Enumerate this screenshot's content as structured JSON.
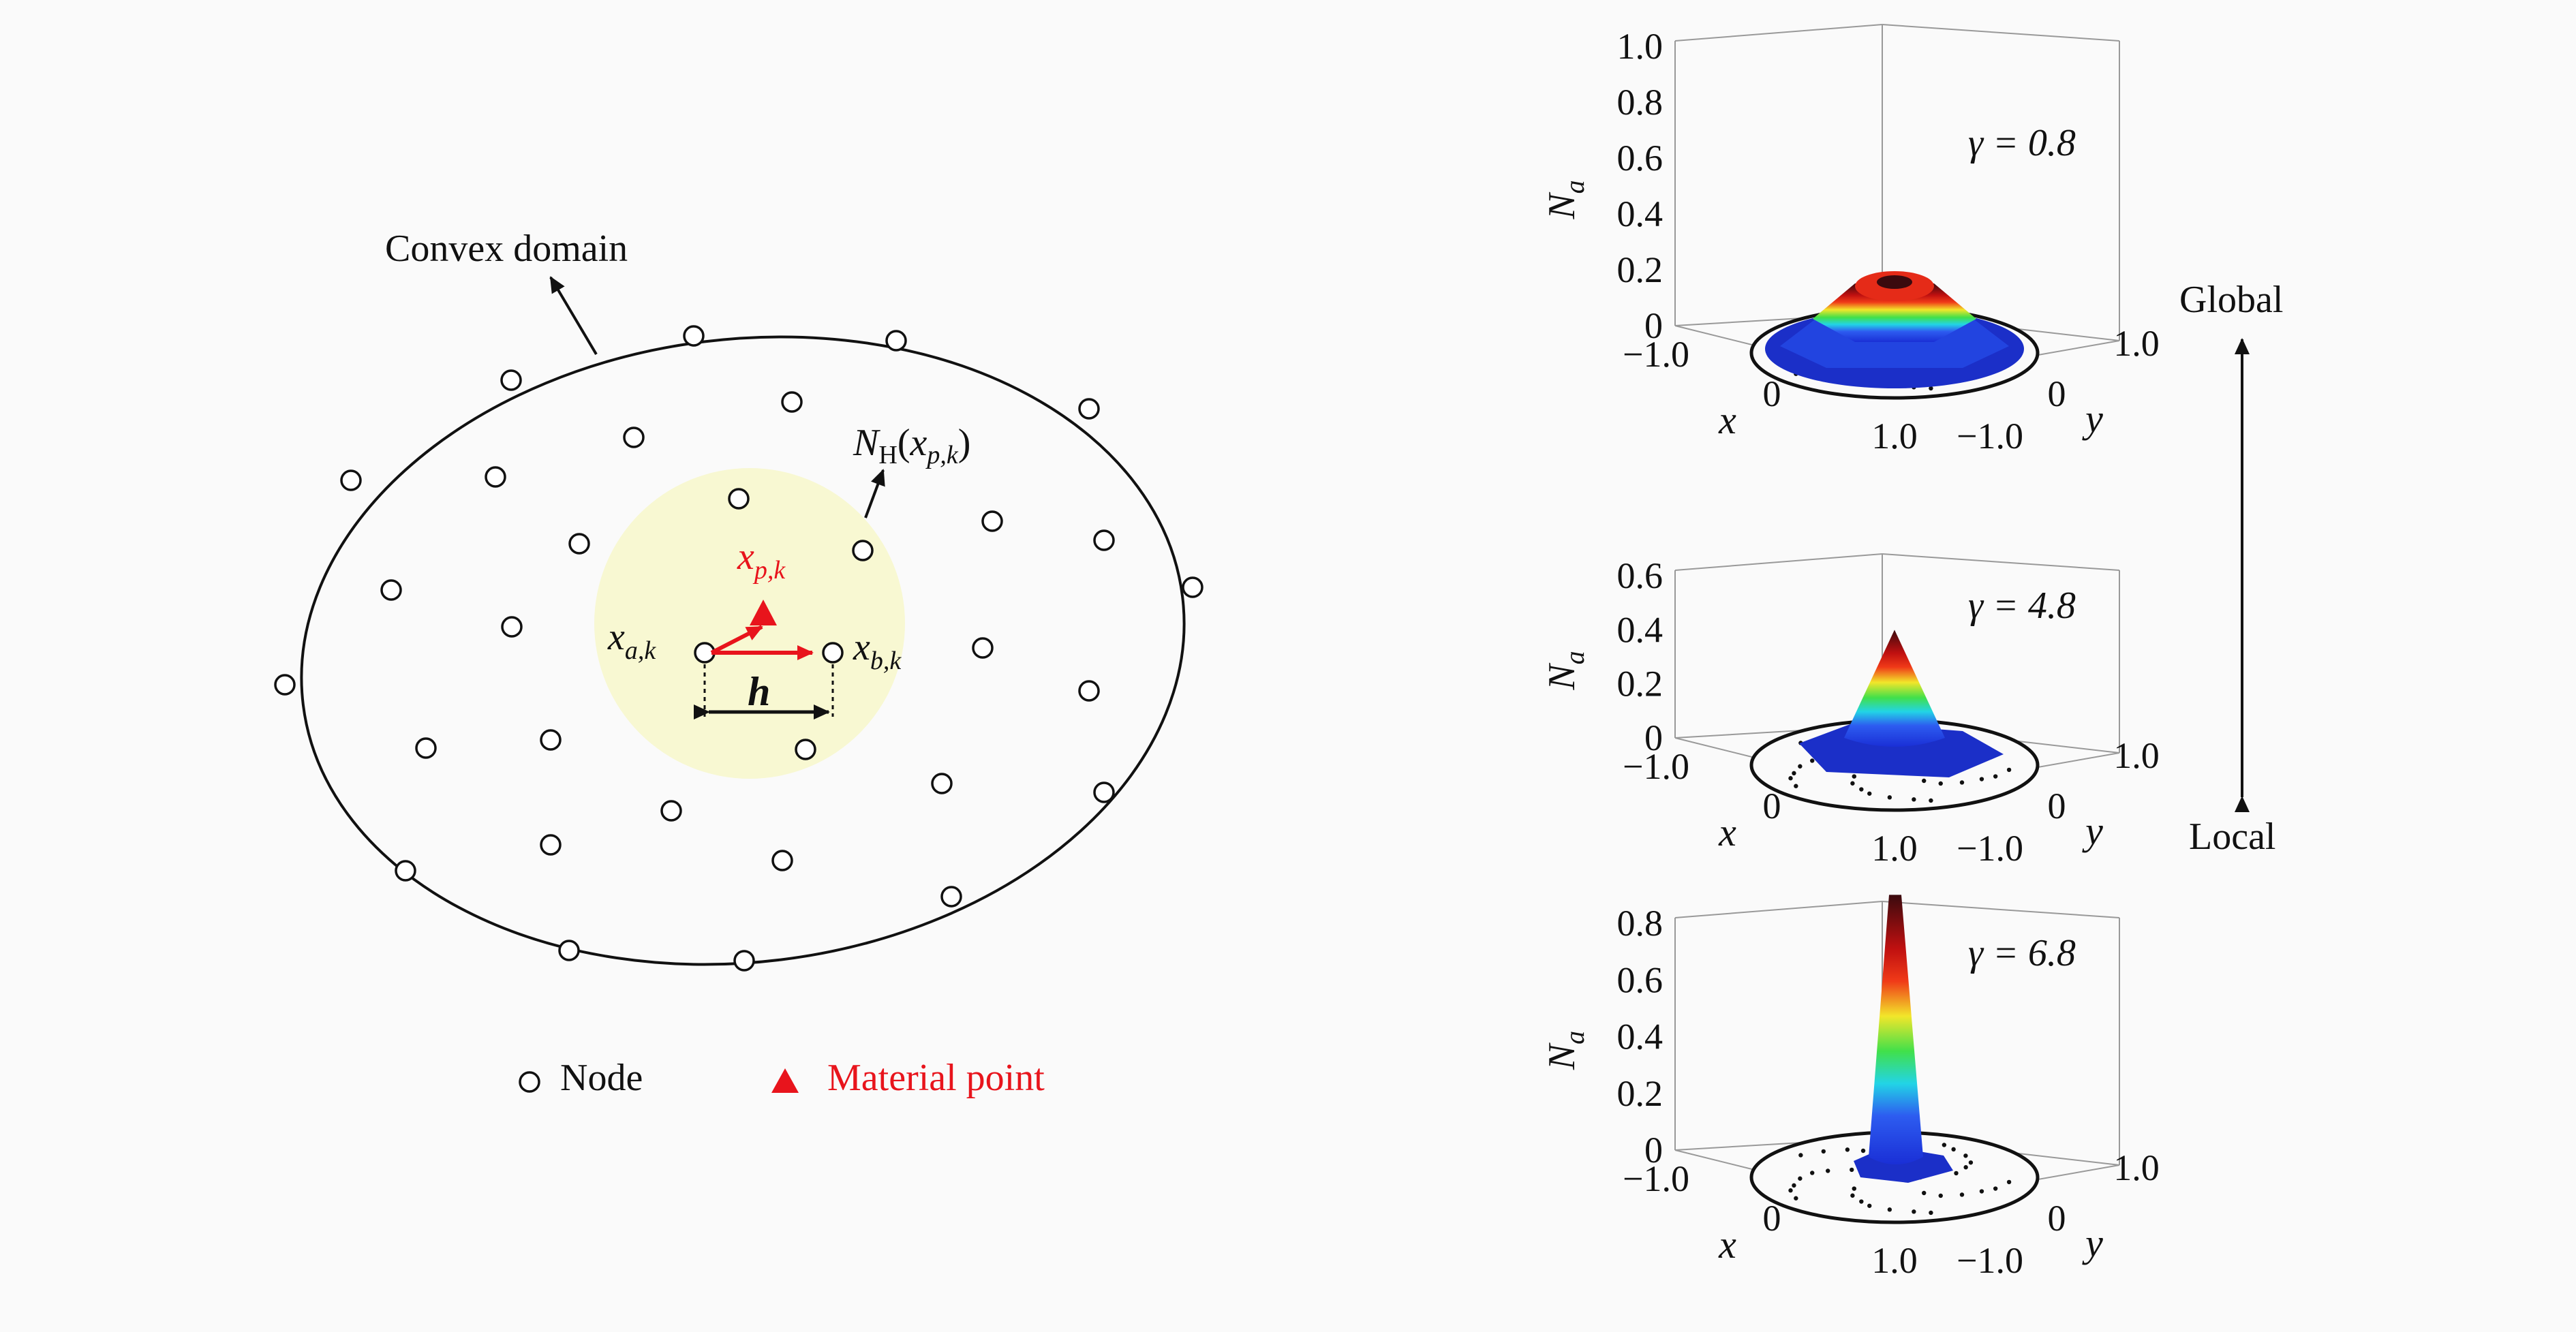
{
  "left_diagram": {
    "domain_label": "Convex domain",
    "neighborhood_label": {
      "base": "N",
      "sub": "H",
      "arg_open": "(",
      "arg_base": "x",
      "arg_sub": "p,k",
      "arg_close": ")"
    },
    "material_point_label": {
      "base": "x",
      "sub": "p,k"
    },
    "node_a_label": {
      "base": "x",
      "sub": "a,k"
    },
    "node_b_label": {
      "base": "x",
      "sub": "b,k"
    },
    "spacing_label": "h",
    "colors": {
      "material": "#e8141c",
      "neighborhood_fill": "#f8f8d2",
      "stroke": "#111111"
    }
  },
  "legend": {
    "node_label": "Node",
    "material_label": "Material point"
  },
  "scale_arrow": {
    "top_label": "Global",
    "bottom_label": "Local"
  },
  "plots": [
    {
      "gamma_label": "γ = 0.8",
      "ylabel": "N",
      "ylabel_sub": "a",
      "z_ticks": [
        "1.0",
        "0.8",
        "0.6",
        "0.4",
        "0.2",
        "0"
      ],
      "x_ticks": [
        "−1.0",
        "0",
        "1.0"
      ],
      "y_ticks": [
        "1.0",
        "0",
        "−1.0"
      ],
      "xlabel": "x",
      "ylabel_axis": "y",
      "peak": 0.2
    },
    {
      "gamma_label": "γ = 4.8",
      "ylabel": "N",
      "ylabel_sub": "a",
      "z_ticks": [
        "0.6",
        "0.4",
        "0.2",
        "0"
      ],
      "x_ticks": [
        "−1.0",
        "0",
        "1.0"
      ],
      "y_ticks": [
        "1.0",
        "0",
        "−1.0"
      ],
      "xlabel": "x",
      "ylabel_axis": "y",
      "peak": 0.4
    },
    {
      "gamma_label": "γ = 6.8",
      "ylabel": "N",
      "ylabel_sub": "a",
      "z_ticks": [
        "0.8",
        "0.6",
        "0.4",
        "0.2",
        "0"
      ],
      "x_ticks": [
        "−1.0",
        "0",
        "1.0"
      ],
      "y_ticks": [
        "1.0",
        "0",
        "−1.0"
      ],
      "xlabel": "x",
      "ylabel_axis": "y",
      "peak": 0.9
    }
  ]
}
